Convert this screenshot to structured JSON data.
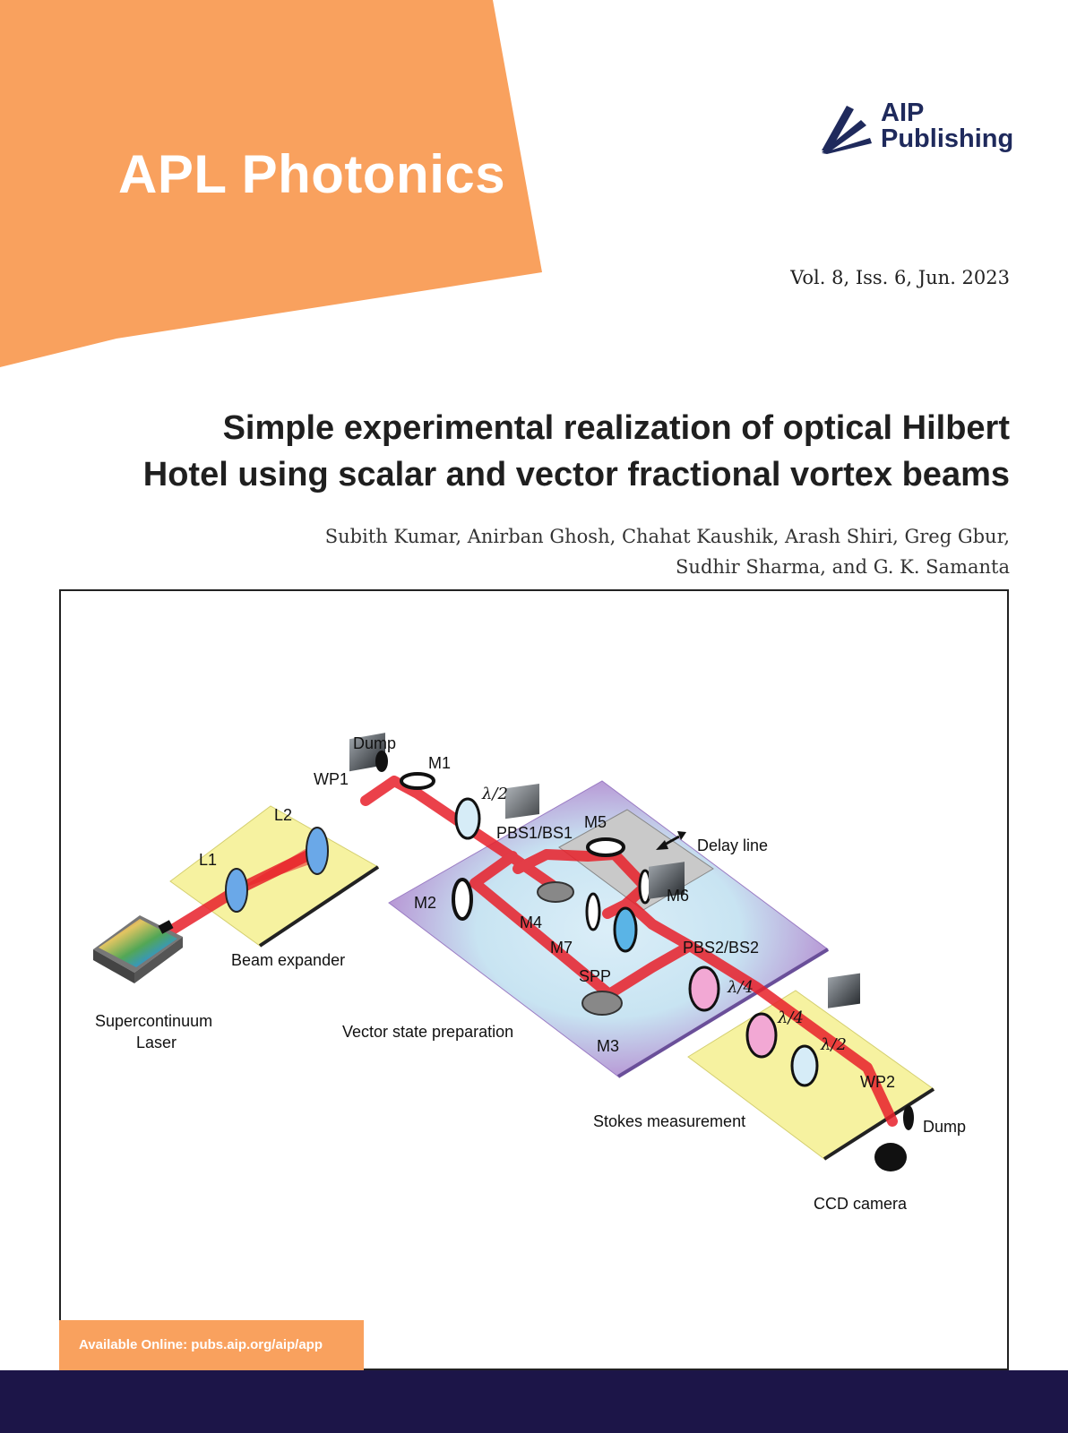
{
  "cover": {
    "journal_title": "APL Photonics",
    "publisher_line1": "AIP",
    "publisher_line2": "Publishing",
    "issue_info": "Vol. 8, Iss. 6, Jun. 2023",
    "article_title_line1": "Simple experimental realization of optical Hilbert",
    "article_title_line2": "Hotel using scalar and vector fractional vortex beams",
    "authors_line1": "Subith Kumar, Anirban Ghosh, Chahat Kaushik, Arash Shiri, Greg Gbur,",
    "authors_line2": "Sudhir Sharma, and G. K. Samanta",
    "available_online": "Available Online: pubs.aip.org/aip/app"
  },
  "figure": {
    "labels": {
      "dump1": "Dump",
      "m1": "M1",
      "wp1": "WP1",
      "half_wave1": "λ/2",
      "l2": "L2",
      "l1": "L1",
      "pbs1": "PBS1/BS1",
      "m5": "M5",
      "delay_line": "Delay line",
      "m2": "M2",
      "m4": "M4",
      "m6": "M6",
      "m7": "M7",
      "spp": "SPP",
      "pbs2": "PBS2/BS2",
      "quarter_wave1": "λ/4",
      "beam_expander": "Beam expander",
      "laser_line1": "Supercontinuum",
      "laser_line2": "Laser",
      "vector_state": "Vector state preparation",
      "m3": "M3",
      "quarter_wave2": "λ/4",
      "half_wave2": "λ/2",
      "wp2": "WP2",
      "stokes": "Stokes measurement",
      "dump2": "Dump",
      "ccd": "CCD camera"
    }
  },
  "colors": {
    "accent_orange": "#f9a15e",
    "navy_footer": "#1c1548",
    "logo_navy": "#1f2a5c",
    "beam_red": "#e8202a",
    "purple_plate": "#b89ad6",
    "yellow_plate": "#f6f2a0"
  }
}
